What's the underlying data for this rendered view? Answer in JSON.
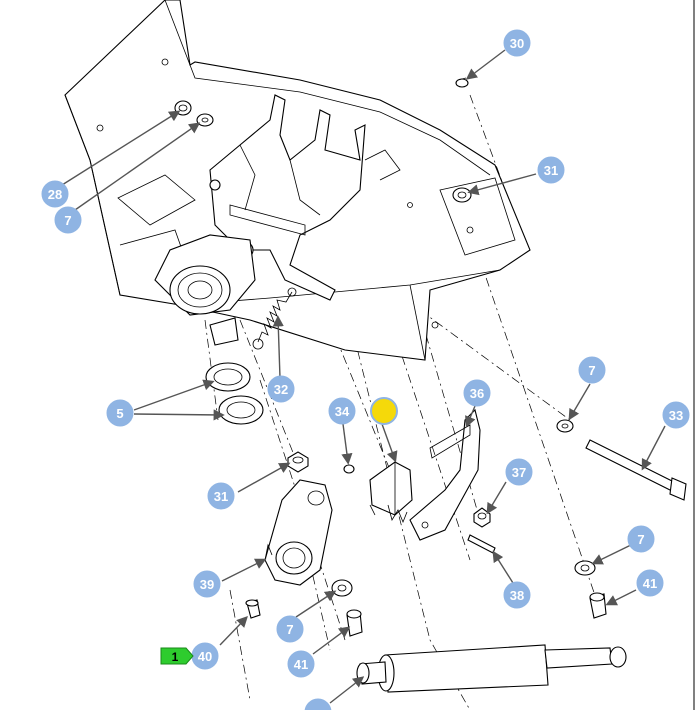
{
  "callouts": [
    {
      "id": "c30",
      "label": "30"
    },
    {
      "id": "c28",
      "label": "28"
    },
    {
      "id": "c7a",
      "label": "7"
    },
    {
      "id": "c31a",
      "label": "31"
    },
    {
      "id": "c32",
      "label": "32"
    },
    {
      "id": "c5",
      "label": "5"
    },
    {
      "id": "c34",
      "label": "34"
    },
    {
      "id": "c36",
      "label": "36"
    },
    {
      "id": "c7b",
      "label": "7"
    },
    {
      "id": "c33",
      "label": "33"
    },
    {
      "id": "c31b",
      "label": "31"
    },
    {
      "id": "c37",
      "label": "37"
    },
    {
      "id": "c7c",
      "label": "7"
    },
    {
      "id": "c39",
      "label": "39"
    },
    {
      "id": "c38",
      "label": "38"
    },
    {
      "id": "c41a",
      "label": "41"
    },
    {
      "id": "c7d",
      "label": "7"
    },
    {
      "id": "c41b",
      "label": "41"
    },
    {
      "id": "c40",
      "label": "40"
    }
  ],
  "marker": {
    "label": "1",
    "color": "#2ecc2e"
  },
  "highlight_dot": {
    "color": "#f5d90a"
  },
  "colors": {
    "callout": "#8fb4e3",
    "leader": "#555555",
    "line": "#000000"
  }
}
